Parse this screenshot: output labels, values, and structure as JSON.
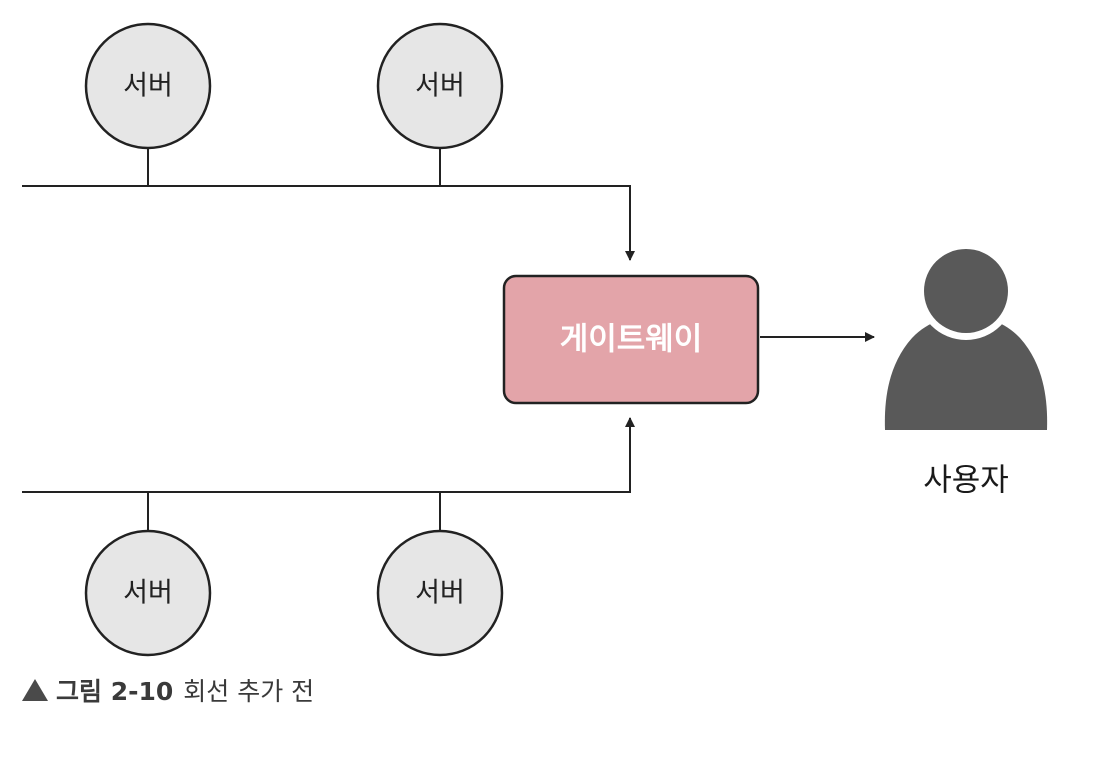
{
  "diagram": {
    "servers": [
      {
        "label": "서버"
      },
      {
        "label": "서버"
      },
      {
        "label": "서버"
      },
      {
        "label": "서버"
      }
    ],
    "gateway": {
      "label": "게이트웨이"
    },
    "user": {
      "label": "사용자"
    }
  },
  "caption": {
    "marker": "▲",
    "label": "그림 2-10",
    "text": "회선 추가 전"
  },
  "colors": {
    "server_fill": "#e6e6e6",
    "line": "#222222",
    "gateway_fill": "#e3a4a9",
    "user_icon": "#595959"
  }
}
